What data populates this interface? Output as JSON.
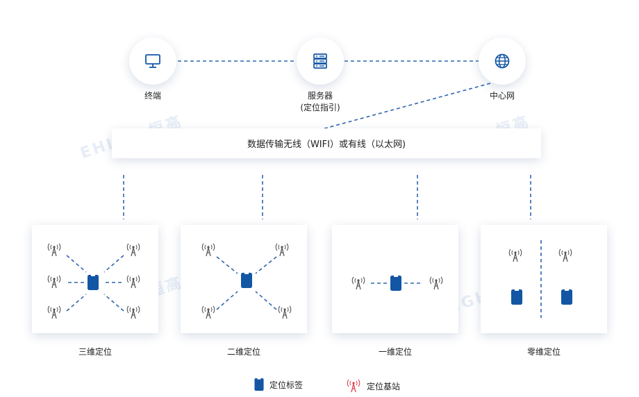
{
  "colors": {
    "accent": "#1356a4",
    "antenna": "#555555",
    "antenna_legend": "#e0404a",
    "dash": "#2d66ad"
  },
  "nodes": {
    "terminal": {
      "label": "终端",
      "icon": "monitor-icon"
    },
    "server": {
      "label": "服务器",
      "sublabel": "(定位指引)",
      "icon": "server-icon"
    },
    "network": {
      "label": "中心网",
      "icon": "globe-icon"
    }
  },
  "banner": {
    "text": "数据传输无线（WIFI）或有线（以太网)"
  },
  "panels": [
    {
      "id": "3d",
      "label": "三维定位"
    },
    {
      "id": "2d",
      "label": "二维定位"
    },
    {
      "id": "1d",
      "label": "一维定位"
    },
    {
      "id": "0d",
      "label": "零维定位"
    }
  ],
  "legend": [
    {
      "icon": "tag-icon",
      "label": "定位标签"
    },
    {
      "icon": "antenna-icon",
      "label": "定位基站"
    }
  ],
  "watermark": {
    "text": "EHIGH 恒高"
  }
}
